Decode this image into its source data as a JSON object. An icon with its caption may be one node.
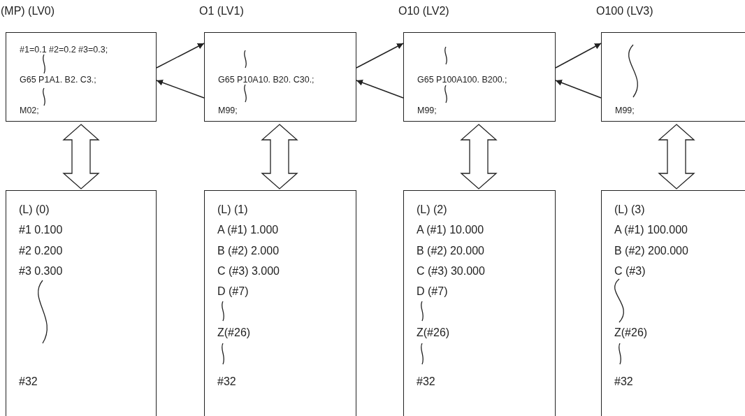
{
  "diagram": {
    "nodes": [
      {
        "text": [
          "(MP) (LV0)",
          "#1=0.1 #2=0.2 #3=0.3;",
          "G65  P1A1. B2. C3.;",
          "M02;"
        ]
      },
      {
        "text": [
          "O1 (LV1)",
          "G65 P10A10. B20. C30.;",
          "M99;"
        ]
      },
      {
        "text": [
          "O10 (LV2)",
          "G65 P100A100. B200.;",
          "M99;"
        ]
      },
      {
        "text": [
          "O100 (LV3)",
          "M99;"
        ]
      },
      {
        "text": [
          "(L) (0)",
          "#1 0.100",
          "#2 0.200",
          "#3 0.300",
          "#32"
        ]
      },
      {
        "text": [
          "(L) (1)",
          "A (#1) 1.000",
          "B (#2) 2.000",
          "C (#3) 3.000",
          "D (#7)",
          "Z(#26)",
          "#32"
        ]
      },
      {
        "text": [
          "(L) (2)",
          "A (#1) 10.000",
          "B (#2) 20.000",
          "C (#3) 30.000",
          "D (#7)",
          "Z(#26)",
          "#32"
        ]
      },
      {
        "text": [
          "(L) (3)",
          "A (#1) 100.000",
          "B (#2) 200.000",
          "C (#3)",
          "Z(#26)",
          "#32"
        ]
      }
    ],
    "edges": [
      {
        "from": 0,
        "to": 1,
        "arrow": "to"
      },
      {
        "from": 1,
        "to": 0,
        "arrow": "to"
      },
      {
        "from": 1,
        "to": 2,
        "arrow": "to"
      },
      {
        "from": 2,
        "to": 1,
        "arrow": "to"
      },
      {
        "from": 2,
        "to": 3,
        "arrow": "to"
      },
      {
        "from": 3,
        "to": 2,
        "arrow": "to"
      },
      {
        "from": 0,
        "to": 4,
        "arrow": "both",
        "style": "thick"
      },
      {
        "from": 1,
        "to": 5,
        "arrow": "both",
        "style": "thick"
      },
      {
        "from": 2,
        "to": 6,
        "arrow": "both",
        "style": "thick"
      },
      {
        "from": 3,
        "to": 7,
        "arrow": "both",
        "style": "thick"
      }
    ]
  }
}
